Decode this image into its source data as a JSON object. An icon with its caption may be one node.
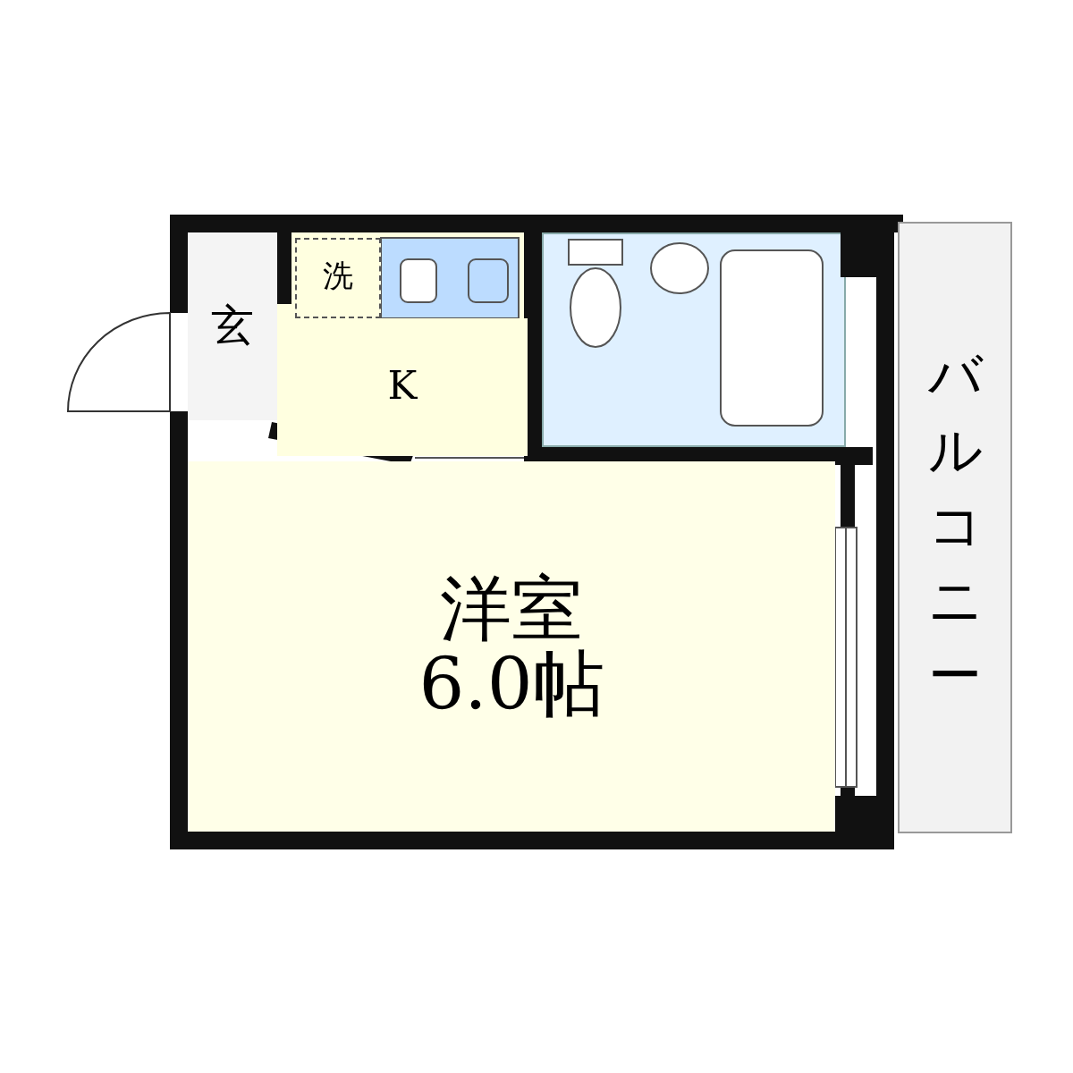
{
  "diagram": {
    "nodes": [
      {
        "text": [
          "玄"
        ]
      },
      {
        "text": [
          "洗"
        ]
      },
      {
        "text": [
          "K"
        ]
      },
      {
        "text": [],
        "shape": "box"
      },
      {
        "text": [
          "洋室",
          "6.0帖"
        ]
      },
      {
        "text": [
          "バルコニー"
        ]
      }
    ],
    "edges": []
  }
}
